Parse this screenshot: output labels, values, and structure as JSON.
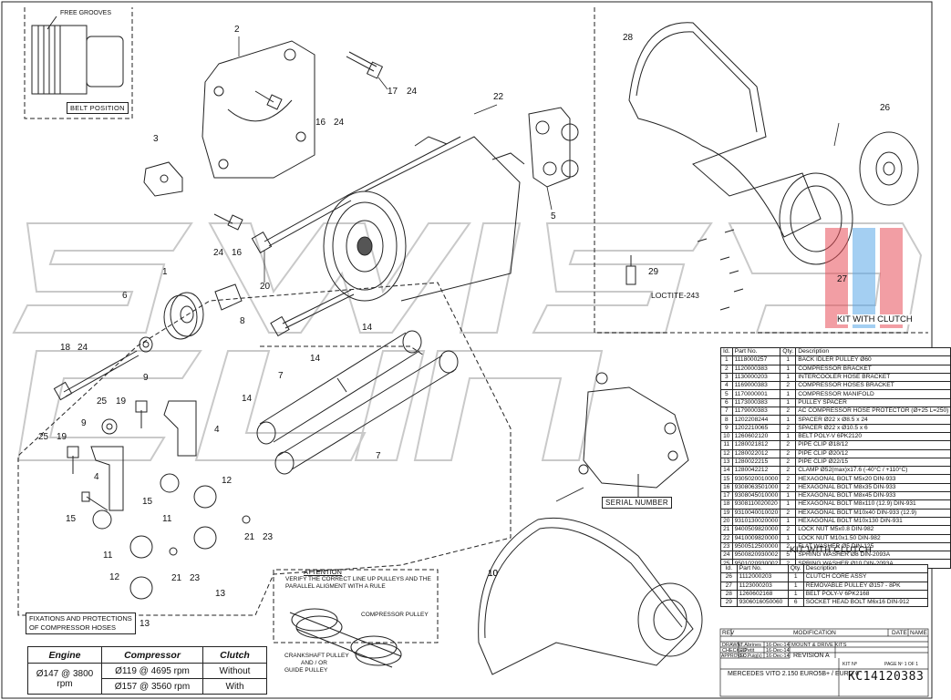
{
  "belt_position": {
    "free_grooves": "FREE GROOVES",
    "label": "BELT POSITION"
  },
  "kit_with_clutch_label": "KIT WITH CLUTCH",
  "serial_number_label": "SERIAL NUMBER",
  "loctite_label": "LOCTITE-243",
  "fixations_label": [
    "FIXATIONS AND PROTECTIONS",
    "OF COMPRESSOR HOSES"
  ],
  "attention": {
    "title": "ATTENTION",
    "lines": [
      "VERIFY THE CORRECT LINE UP PULLEYS AND THE",
      "PARALLEL ALIGMENT WITH A RULE"
    ],
    "compressor_pulley": "COMPRESSOR PULLEY",
    "crankshaft_lines": [
      "CRANKSHAFT PULLEY",
      "AND / OR",
      "GUIDE PULLEY"
    ]
  },
  "callouts": [
    {
      "text": "2"
    },
    {
      "text": "3"
    },
    {
      "text": "17"
    },
    {
      "text": "24"
    },
    {
      "text": "16"
    },
    {
      "text": "24"
    },
    {
      "text": "22"
    },
    {
      "text": "5"
    },
    {
      "text": "24"
    },
    {
      "text": "16"
    },
    {
      "text": "20"
    },
    {
      "text": "1"
    },
    {
      "text": "6"
    },
    {
      "text": "8"
    },
    {
      "text": "18"
    },
    {
      "text": "24"
    },
    {
      "text": "14"
    },
    {
      "text": "14"
    },
    {
      "text": "14"
    },
    {
      "text": "7"
    },
    {
      "text": "7"
    },
    {
      "text": "9"
    },
    {
      "text": "25"
    },
    {
      "text": "19"
    },
    {
      "text": "9"
    },
    {
      "text": "4"
    },
    {
      "text": "25"
    },
    {
      "text": "19"
    },
    {
      "text": "4"
    },
    {
      "text": "10"
    },
    {
      "text": "15"
    },
    {
      "text": "11"
    },
    {
      "text": "15"
    },
    {
      "text": "12"
    },
    {
      "text": "21"
    },
    {
      "text": "23"
    },
    {
      "text": "11"
    },
    {
      "text": "21"
    },
    {
      "text": "23"
    },
    {
      "text": "12"
    },
    {
      "text": "13"
    },
    {
      "text": "13"
    },
    {
      "text": "10"
    },
    {
      "text": "28"
    },
    {
      "text": "26"
    },
    {
      "text": "29"
    },
    {
      "text": "27"
    }
  ],
  "parts_table": {
    "headers": [
      "Id.",
      "Part No.",
      "Qty.",
      "Description"
    ],
    "rows": [
      [
        "1",
        "1118000257",
        "1",
        "BACK IDLER PULLEY Ø60"
      ],
      [
        "2",
        "1120000383",
        "1",
        "COMPRESSOR BRACKET"
      ],
      [
        "3",
        "1130000203",
        "1",
        "INTERCOOLER HOSE BRACKET"
      ],
      [
        "4",
        "1169000383",
        "2",
        "COMPRESSOR HOSES BRACKET"
      ],
      [
        "5",
        "1170000001",
        "1",
        "COMPRESSOR MANIFOLD"
      ],
      [
        "6",
        "1173000383",
        "1",
        "PULLEY SPACER"
      ],
      [
        "7",
        "1179000383",
        "2",
        "AC COMPRESSOR HOSE PROTECTOR (Ø+25 L=250)"
      ],
      [
        "8",
        "1202208244",
        "1",
        "SPACER Ø22 x Ø8.5 x 24"
      ],
      [
        "9",
        "1202210065",
        "2",
        "SPACER Ø22 x Ø10.5 x 6"
      ],
      [
        "10",
        "1260602120",
        "1",
        "BELT POLY-V 6PK2120"
      ],
      [
        "11",
        "1280021812",
        "2",
        "PIPE CLIP Ø18/12"
      ],
      [
        "12",
        "1280022012",
        "2",
        "PIPE CLIP Ø20/12"
      ],
      [
        "13",
        "1280022215",
        "2",
        "PIPE CLIP Ø22/15"
      ],
      [
        "14",
        "1280042212",
        "2",
        "CLAMP Ø52(max)x17.6 (-40°C / +110°C)"
      ],
      [
        "15",
        "9305020010000",
        "2",
        "HEXAGONAL BOLT M5x20 DIN-933"
      ],
      [
        "16",
        "9308063501000",
        "2",
        "HEXAGONAL BOLT M8x35 DIN-933"
      ],
      [
        "17",
        "9308045010000",
        "1",
        "HEXAGONAL BOLT M8x45 DIN-933"
      ],
      [
        "18",
        "9308110020020",
        "1",
        "HEXAGONAL BOLT M8x110 (12.9) DIN-931"
      ],
      [
        "19",
        "9310040010020",
        "2",
        "HEXAGONAL BOLT M10x40 DIN-933   (12.9)"
      ],
      [
        "20",
        "9310130020000",
        "1",
        "HEXAGONAL BOLT M10x130 DIN-931"
      ],
      [
        "21",
        "9400509820000",
        "2",
        "LOCK NUT M5x0.8 DIN-982"
      ],
      [
        "22",
        "9410009820000",
        "1",
        "LOCK NUT M10x1.50 DIN-982"
      ],
      [
        "23",
        "9500512500000",
        "2",
        "FLAT WASHER Ø5 DIN-125"
      ],
      [
        "24",
        "9500820930002",
        "5",
        "SPRING WASHER Ø8 DIN-2093A"
      ],
      [
        "25",
        "9501020930002",
        "2",
        "SPRING WASHER Ø10 DIN-2093A"
      ]
    ]
  },
  "clutch_table": {
    "title": "KIT WITH CLUTCH",
    "headers": [
      "Id.",
      "Part No.",
      "Qty.",
      "Description"
    ],
    "rows": [
      [
        "26",
        "1112000203",
        "1",
        "CLUTCH CORE ASSY"
      ],
      [
        "27",
        "1123000203",
        "1",
        "REMOVABLE PULLEY Ø157 - 8PK"
      ],
      [
        "28",
        "1260602168",
        "1",
        "BELT POLY-V 6PK2168"
      ],
      [
        "29",
        "9306016050060",
        "6",
        "SOCKET HEAD BOLT M6x16  DIN-912"
      ]
    ]
  },
  "title_block": {
    "rev": "REV",
    "modification": "MODIFICATION",
    "date": "DATE",
    "name": "NAME",
    "drawn_label": "DRAWN",
    "drawn_name": "T.Abrines",
    "drawn_date": "16-Dec-14",
    "checked_label": "CHECKED",
    "checked_name": "J.Petit",
    "checked_date": "16-Dec-14",
    "approved_label": "APPROVED",
    "approved_name": "J.C.Puig(s)",
    "approved_date": "16-Dec-14",
    "kind": "MOUNT & DRIVE KITS",
    "revision": "REVISION  A",
    "vehicle": "MERCEDES VITO 2.150 EURO5B+ / EURO 6",
    "kit_no_label": "KIT Nº",
    "page_label": "PAGE Nº  1 OF 1",
    "kit_code": "KC14120383"
  },
  "engine_table": {
    "headers": [
      "Engine",
      "Compressor",
      "Clutch"
    ],
    "engine": "Ø147 @ 3800 rpm",
    "compressor": [
      "Ø119 @ 4695 rpm",
      "Ø157 @ 3560 rpm"
    ],
    "clutch": [
      "Without",
      "With"
    ]
  },
  "colors": {
    "line": "#1a1a1a",
    "watermark": "#d9d9d9",
    "accent_red": "#e8505a",
    "accent_blue": "#5aa8e8"
  }
}
